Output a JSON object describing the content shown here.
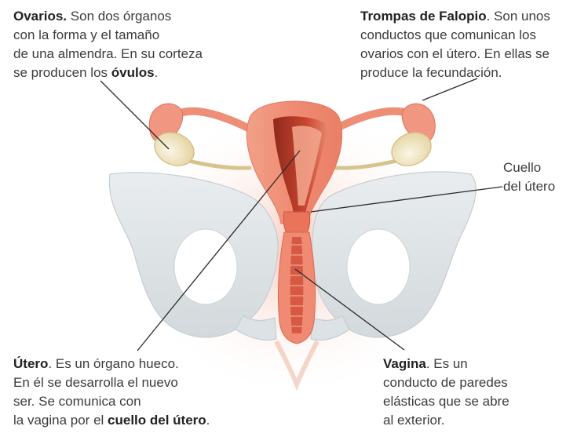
{
  "ovarios": {
    "term": "Ovarios.",
    "l1_rest": " Son dos órganos",
    "l2": "con la forma y el tamaño",
    "l3": "de una almendra. En su corteza",
    "l4_pre": "se producen los ",
    "l4_bold": "óvulos",
    "l4_post": "."
  },
  "trompas": {
    "term": "Trompas de Falopio",
    "l1_rest": ". Son unos",
    "l2": "conductos que comunican los",
    "l3": "ovarios con el útero. En ellas se",
    "l4": "produce la fecundación."
  },
  "cuello": {
    "l1": "Cuello",
    "l2": "del útero"
  },
  "utero": {
    "term": "Útero",
    "l1_rest": ". Es un órgano hueco.",
    "l2": "En él se desarrolla el nuevo",
    "l3": "ser. Se comunica con",
    "l4_pre": "la vagina por el ",
    "l4_bold": "cuello del útero",
    "l4_post": "."
  },
  "vagina": {
    "term": "Vagina",
    "l1_rest": ". Es un",
    "l2": "conducto de paredes",
    "l3": "elásticas que se abre",
    "l4": "al exterior."
  },
  "colors": {
    "organ": "#f08a72",
    "organ_dark": "#c9452f",
    "pelvis": "#dfe4e6",
    "ovary": "#f3e9c8",
    "leader": "#2b2b2b"
  }
}
